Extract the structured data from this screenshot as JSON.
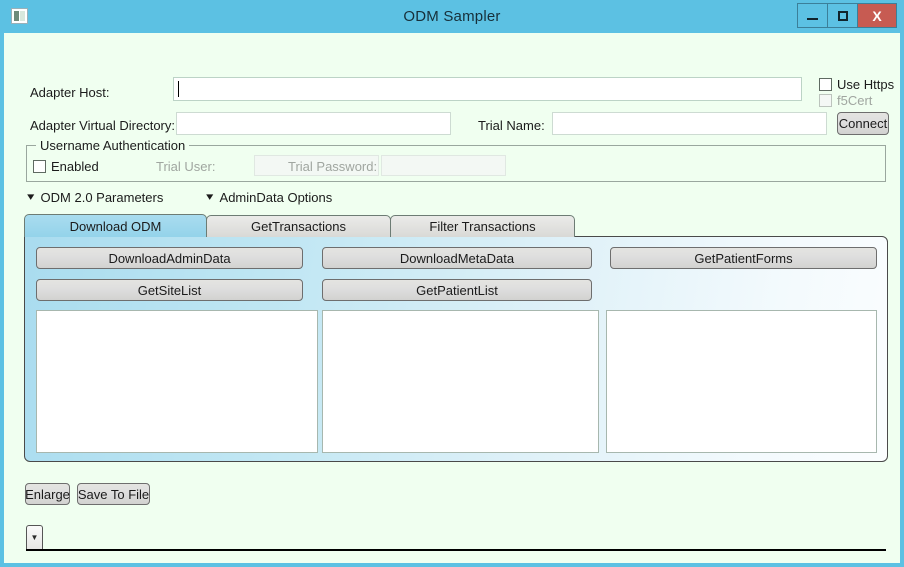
{
  "window": {
    "title": "ODM Sampler",
    "icon": "app-icon",
    "caption_buttons": {
      "minimize": "minimize-icon",
      "maximize": "maximize-icon",
      "close": "X"
    },
    "frame_color": "#5cc1e3",
    "client_color": "#f0fff0",
    "close_color": "#c75b52"
  },
  "connection": {
    "adapter_host_label": "Adapter Host:",
    "adapter_host_value": "",
    "adapter_host_placeholder": "",
    "adapter_virtual_directory_label": "Adapter Virtual Directory:",
    "adapter_virtual_directory_value": "",
    "trial_name_label": "Trial Name:",
    "trial_name_value": "",
    "connect_label": "Connect",
    "use_https_label": "Use Https",
    "use_https_checked": false,
    "f5cert_label": "f5Cert",
    "f5cert_checked": false,
    "f5cert_disabled": true
  },
  "username_auth": {
    "group_title": "Username Authentication",
    "enabled_label": "Enabled",
    "enabled_checked": false,
    "trial_user_label": "Trial User:",
    "trial_user_value": "",
    "trial_user_disabled": true,
    "trial_password_label": "Trial Password:",
    "trial_password_value": "",
    "trial_password_disabled": true
  },
  "expanders": [
    {
      "label": "ODM 2.0 Parameters",
      "icon": "chevron-down-icon",
      "expanded": false
    },
    {
      "label": "AdminData Options",
      "icon": "chevron-down-icon",
      "expanded": false
    }
  ],
  "tabs": [
    {
      "label": "Download ODM",
      "active": true
    },
    {
      "label": "GetTransactions",
      "active": false
    },
    {
      "label": "Filter Transactions",
      "active": false
    }
  ],
  "download_odm_tab": {
    "buttons": [
      "DownloadAdminData",
      "DownloadMetaData",
      "GetPatientForms",
      "GetSiteList",
      "GetPatientList"
    ],
    "lists": [
      {
        "name": "left-list",
        "items": []
      },
      {
        "name": "middle-list",
        "items": []
      },
      {
        "name": "right-list",
        "items": []
      }
    ]
  },
  "footer": {
    "enlarge_label": "Enlarge",
    "save_to_file_label": "Save To File",
    "combo_value": "",
    "combo_arrow": "▼"
  }
}
